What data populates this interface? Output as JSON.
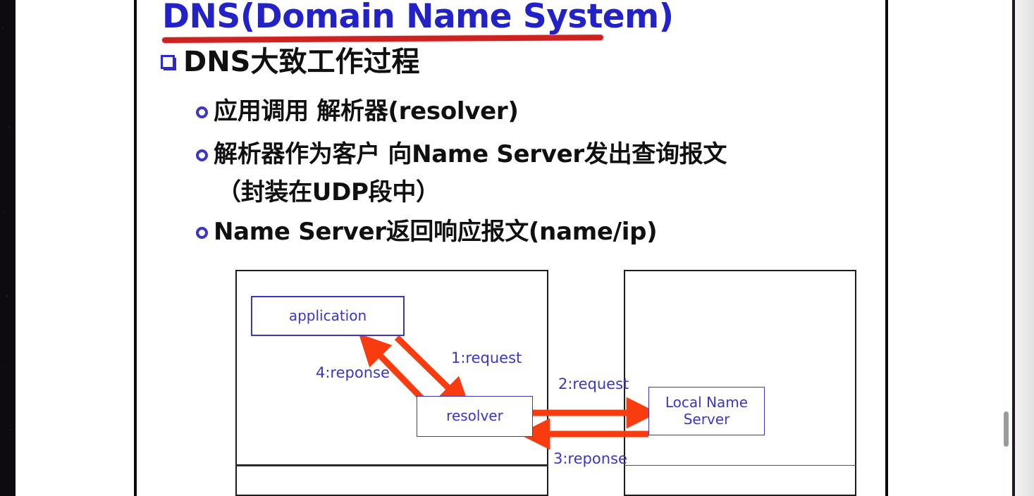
{
  "slide": {
    "title": "DNS(Domain Name System)",
    "heading": "DNS大致工作过程",
    "bullets": [
      "应用调用 解析器(resolver)",
      "解析器作为客户 向Name Server发出查询报文",
      "Name Server返回响应报文(name/ip)"
    ],
    "bullet2_continuation": "（封装在UDP段中）"
  },
  "diagram": {
    "nodes": [
      {
        "id": "application",
        "label": "application"
      },
      {
        "id": "resolver",
        "label": "resolver"
      },
      {
        "id": "local-name-server",
        "label": "Local Name Server",
        "line1": "Local Name",
        "line2": "Server"
      }
    ],
    "arrow_labels": [
      {
        "id": "request-1",
        "text": "1:request"
      },
      {
        "id": "reponse-4",
        "text": "4:reponse"
      },
      {
        "id": "request-2",
        "text": "2:request"
      },
      {
        "id": "reponse-3",
        "text": "3:reponse"
      }
    ]
  },
  "colors": {
    "title_blue": "#2222c8",
    "title_underline_red": "#cc2222",
    "diagram_blue": "#3a36c8",
    "arrow_red": "#f93c10",
    "frame_black": "#1c1c1c",
    "body_black": "#101010"
  }
}
